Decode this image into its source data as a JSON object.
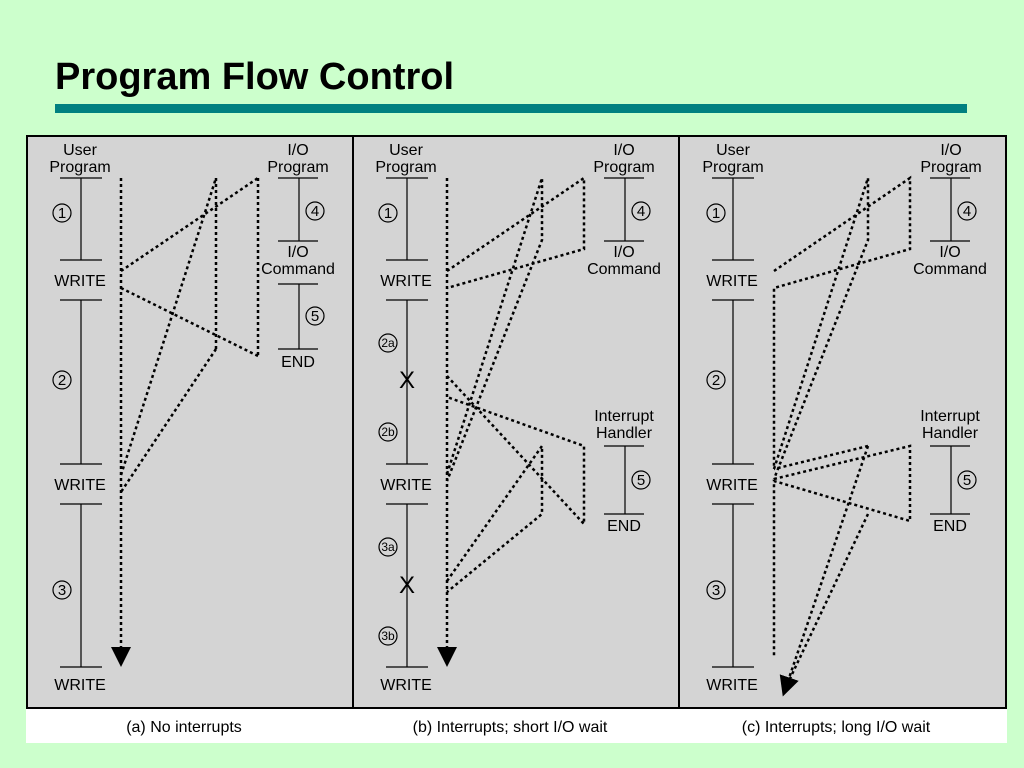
{
  "title": "Program Flow Control",
  "colors": {
    "background": "#ccffcc",
    "title_rule": "#008080",
    "panel": "#d4d4d4",
    "caption_bar": "#ffffff",
    "ink": "#000000"
  },
  "panels": [
    {
      "id": "a",
      "user_header": [
        "User",
        "Program"
      ],
      "io_header": [
        "I/O",
        "Program"
      ],
      "io_command": [
        "I/O",
        "Command"
      ],
      "end_label": "END",
      "write_labels": [
        "WRITE",
        "WRITE",
        "WRITE"
      ],
      "markers": [
        "1",
        "2",
        "3",
        "4",
        "5"
      ],
      "caption": "(a) No interrupts"
    },
    {
      "id": "b",
      "user_header": [
        "User",
        "Program"
      ],
      "io_header": [
        "I/O",
        "Program"
      ],
      "io_command": [
        "I/O",
        "Command"
      ],
      "handler_header": [
        "Interrupt",
        "Handler"
      ],
      "end_label": "END",
      "write_labels": [
        "WRITE",
        "WRITE",
        "WRITE"
      ],
      "markers": [
        "1",
        "2a",
        "2b",
        "3a",
        "3b",
        "4",
        "5"
      ],
      "interrupt_mark": "X",
      "caption": "(b) Interrupts; short I/O wait"
    },
    {
      "id": "c",
      "user_header": [
        "User",
        "Program"
      ],
      "io_header": [
        "I/O",
        "Program"
      ],
      "io_command": [
        "I/O",
        "Command"
      ],
      "handler_header": [
        "Interrupt",
        "Handler"
      ],
      "end_label": "END",
      "write_labels": [
        "WRITE",
        "WRITE",
        "WRITE"
      ],
      "markers": [
        "1",
        "2",
        "3",
        "4",
        "5"
      ],
      "caption": "(c) Interrupts; long I/O wait"
    }
  ]
}
